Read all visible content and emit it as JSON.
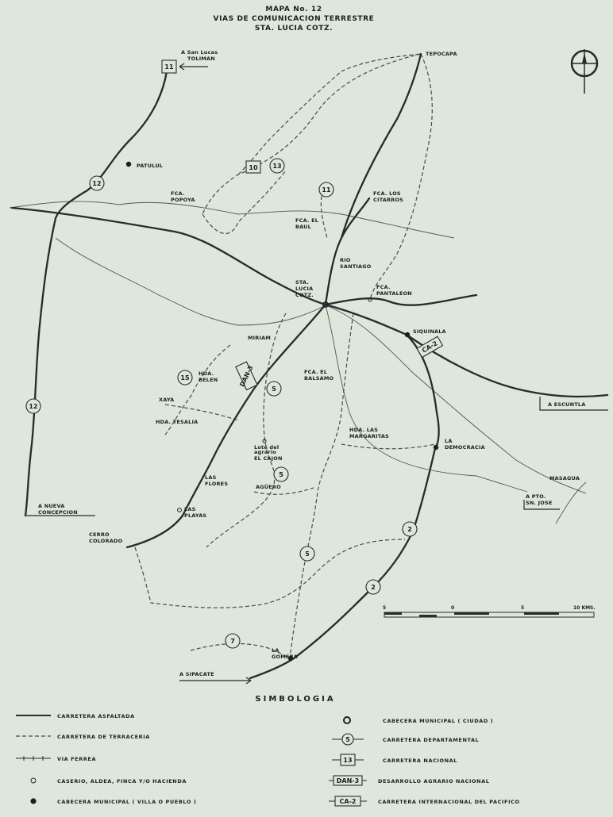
{
  "title": {
    "line1": "MAPA No. 12",
    "line2": "VIAS DE COMUNICACION TERRESTRE",
    "line3": "STA. LUCIA COTZ."
  },
  "places": {
    "san_lucas": [
      "A San Lucas",
      "TOLIMAN"
    ],
    "tepocapa": [
      "TEPOCAPA"
    ],
    "patulul": [
      "PATULUL"
    ],
    "popoya": [
      "FCA.",
      "POPOYA"
    ],
    "cetarros": [
      "FCA. LOS",
      "CITARROS"
    ],
    "baul": [
      "FCA. EL",
      "BAUL"
    ],
    "rio_santiago": [
      "RIO",
      "SANTIAGO"
    ],
    "sta_lucia": [
      "STA.",
      "LUCIA",
      "COTZ."
    ],
    "pantaleon": [
      "FCA.",
      "PANTALEON"
    ],
    "siquinala": [
      "SIQUINALA"
    ],
    "miriam": [
      "MIRIAM"
    ],
    "belen": [
      "HDA.",
      "BELEN"
    ],
    "xaya": [
      "XAYA"
    ],
    "balsamo": [
      "FCA. EL",
      "BALSAMO"
    ],
    "escuintla": [
      "A ESCUNTLA"
    ],
    "tesalia": [
      "HDA. TESALIA"
    ],
    "margaritas": [
      "HDA. LAS",
      "MARGARITAS"
    ],
    "democracia": [
      "LA",
      "DEMOCRACIA"
    ],
    "cajon": [
      "Lote del",
      "agrario",
      "EL CAJON"
    ],
    "las_flores": [
      "LAS",
      "FLORES"
    ],
    "aguero": [
      "AGÜERO"
    ],
    "masagua": [
      "MASAGUA"
    ],
    "nueva_concepcion": [
      "A NUEVA",
      "CONCEPCION"
    ],
    "las_playas": [
      "LAS",
      "PLAYAS"
    ],
    "pto_san_jose": [
      "A PTO.",
      "SN. JOSE"
    ],
    "cerro_colorado": [
      "CERRO",
      "COLORADO"
    ],
    "la_gomera": [
      "LA",
      "GOMERA"
    ],
    "sipacate": [
      "A SIPACATE"
    ]
  },
  "route_badges": {
    "r11": "11",
    "r12": "12",
    "r10": "10",
    "r13": "13",
    "r15": "15",
    "r5": "5",
    "r2": "2",
    "r7": "7",
    "dan3": "DAN-3",
    "ca2": "CA-2"
  },
  "scale": {
    "labels": [
      "5",
      "0",
      "5",
      "10 KMS."
    ]
  },
  "legend": {
    "title": "SIMBOLOGIA",
    "items": {
      "paved": "CARRETERA ASFALTADA",
      "dirt": "CARRETERA DE TERRACERIA",
      "rail": "VIA FERREA",
      "caserio": "CASERIO, ALDEA, FINCA Y/O HACIENDA",
      "cab_villa": "CABECERA MUNICIPAL ( VILLA O PUEBLO )",
      "cab_ciudad": "CABECERA MUNICIPAL ( CIUDAD )",
      "dept": "CARRETERA DEPARTAMENTAL",
      "nac": "CARRETERA NACIONAL",
      "dan": "DESARROLLO AGRARIO NACIONAL",
      "ca": "CARRETERA INTERNACIONAL DEL PACIFICO"
    },
    "badges": {
      "dept": "5",
      "nac": "13",
      "dan": "DAN-3",
      "ca": "CA-2"
    }
  },
  "colors": {
    "paper": "#dde7dc",
    "ink": "#2a2a2a"
  }
}
